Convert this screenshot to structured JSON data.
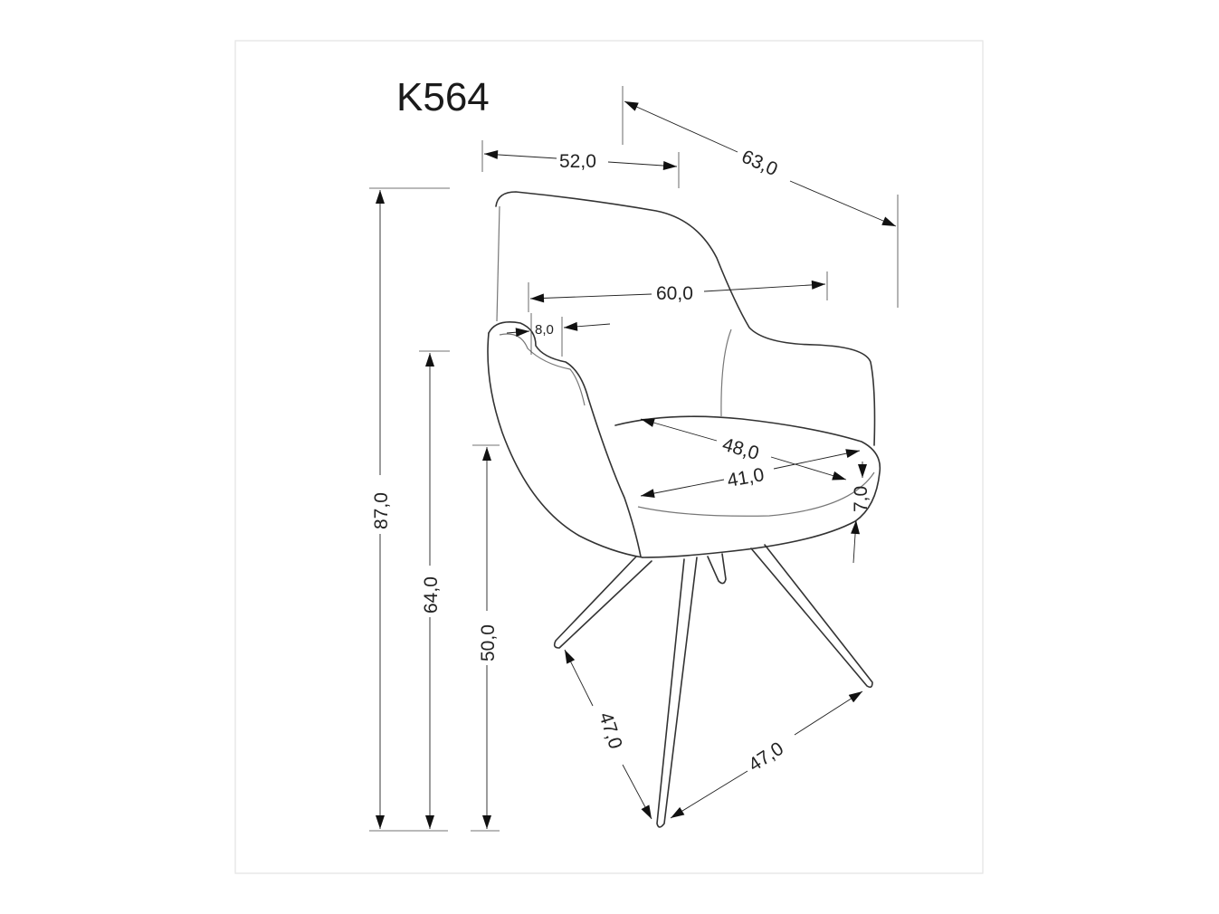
{
  "title": "K564",
  "dimensions": {
    "width_top": "52,0",
    "depth": "63,0",
    "width_arms": "60,0",
    "armrest_width": "8,0",
    "seat_depth": "48,0",
    "seat_width": "41,0",
    "seat_thickness": "7,0",
    "total_height": "87,0",
    "armrest_height": "64,0",
    "seat_height": "50,0",
    "leg_span_left": "47,0",
    "leg_span_right": "47,0"
  },
  "colors": {
    "line": "#333333",
    "frame": "#e3e3e3"
  }
}
